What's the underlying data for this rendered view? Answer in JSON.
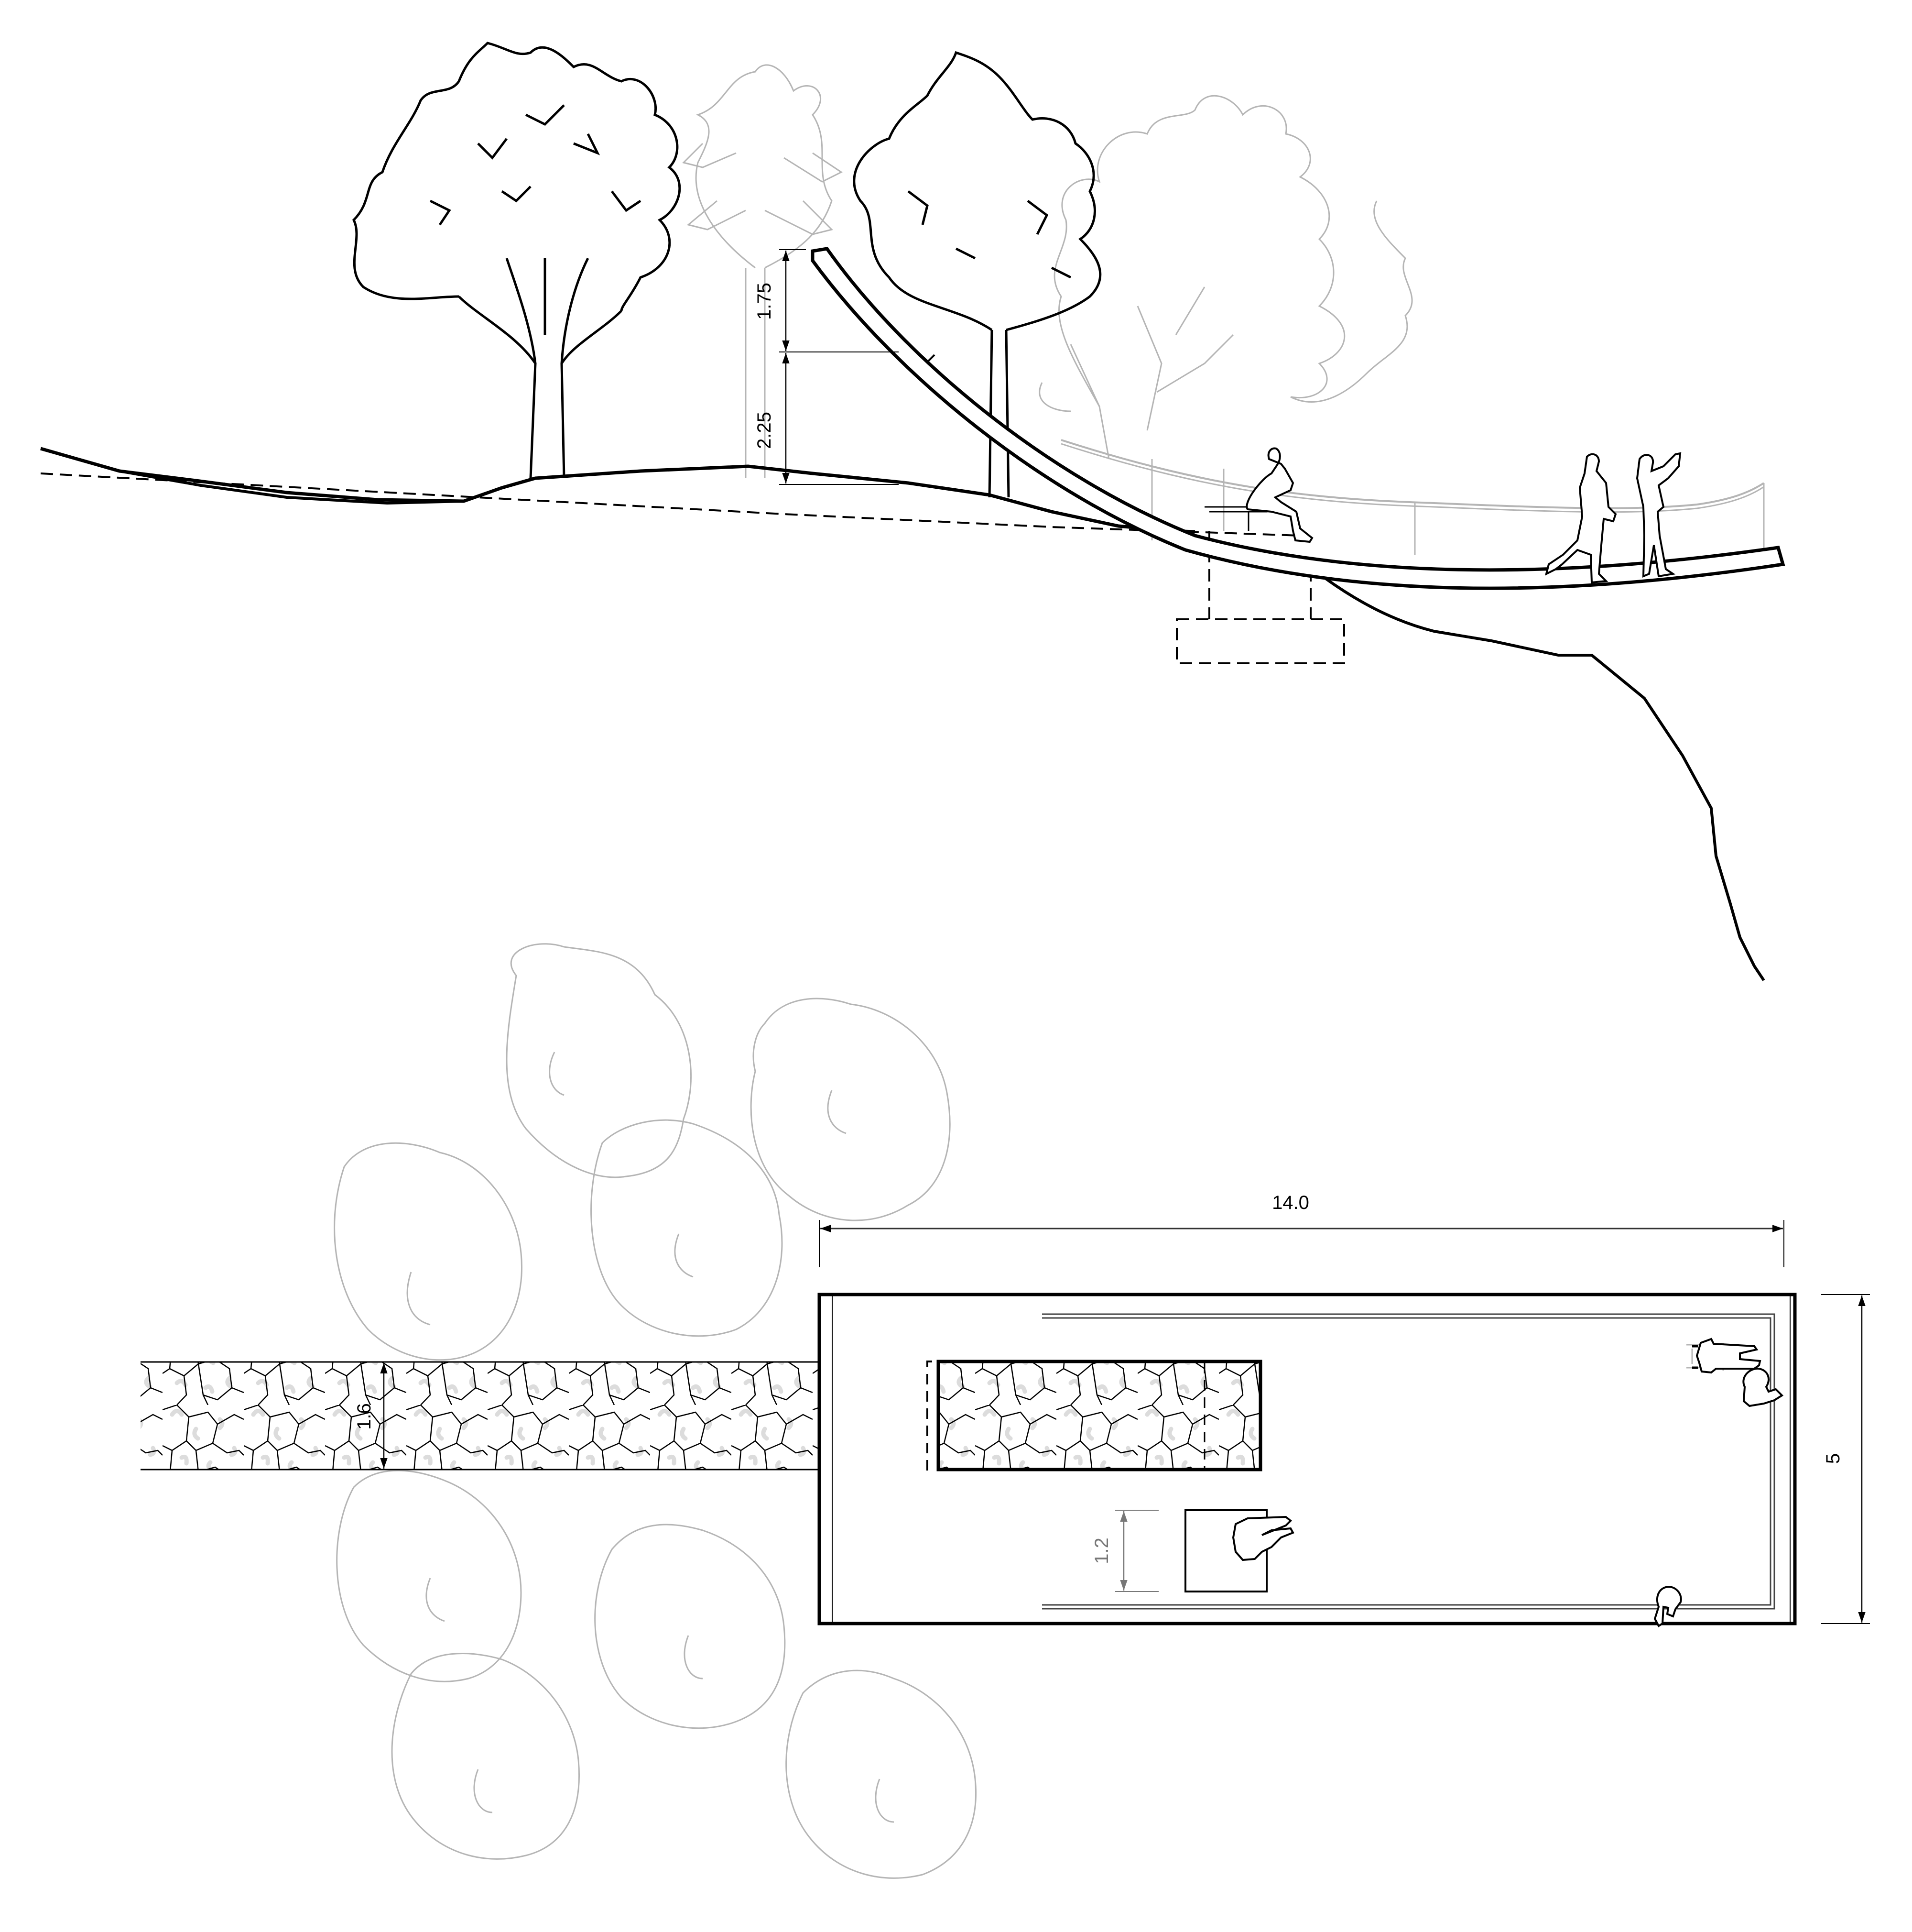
{
  "drawing": {
    "colors": {
      "line": "#000000",
      "background_trees": "#b5b5b5",
      "stone_fill": "#e2e2e2",
      "dim_gray": "#777777"
    },
    "section": {
      "dimensions": {
        "upper": {
          "label": "1.75"
        },
        "lower": {
          "label": "2.25"
        }
      },
      "figures": [
        "seated-person",
        "walking-person",
        "photographing-person"
      ]
    },
    "plan": {
      "dimensions": {
        "length": {
          "label": "14.0"
        },
        "width": {
          "label": "5"
        },
        "path_width": {
          "label": "1.6"
        },
        "bench": {
          "label": "1.2"
        }
      },
      "figures": [
        "wheelchair-user",
        "person-leaning",
        "person-at-railing",
        "person-on-bench"
      ]
    }
  }
}
